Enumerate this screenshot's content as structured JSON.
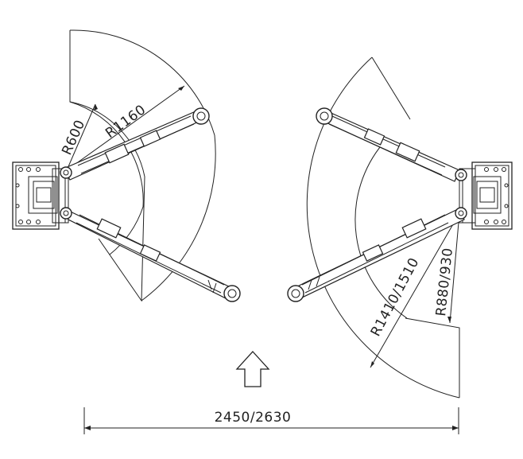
{
  "labels": {
    "left_inner_radius": "R600",
    "left_outer_radius": "R1160",
    "right_outer_radius": "R1410/1510",
    "right_inner_radius": "R880/930",
    "width_dimension": "2450/2630"
  }
}
